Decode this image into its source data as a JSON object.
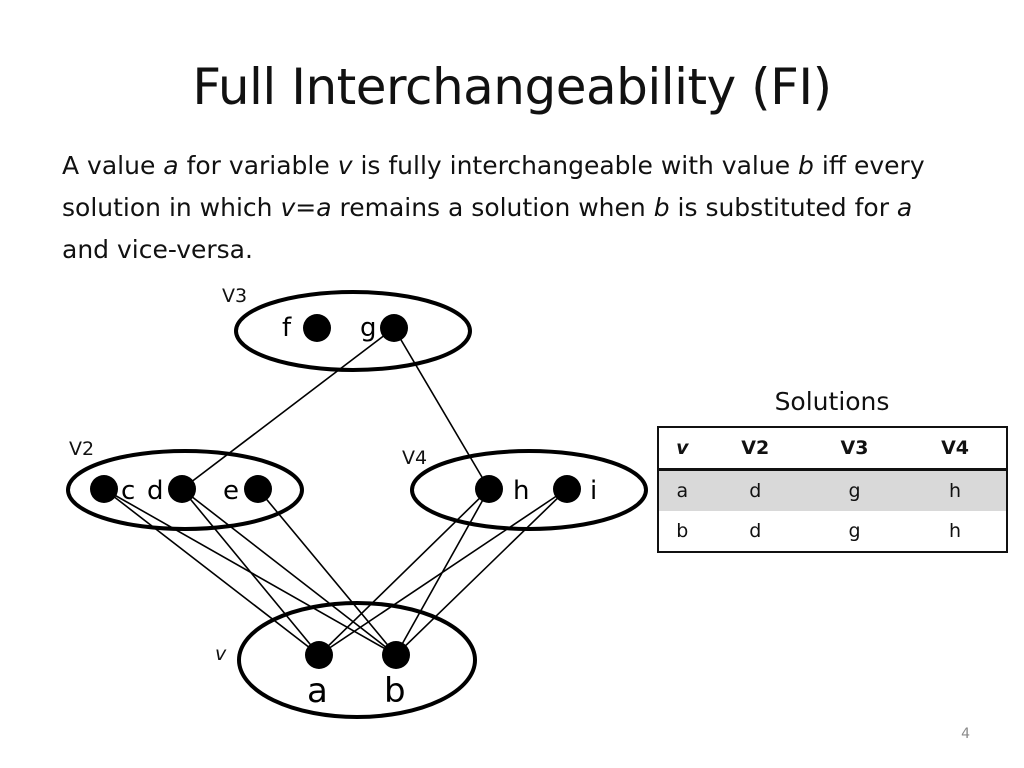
{
  "slide": {
    "title": "Full Interchangeability (FI)",
    "number": "4"
  },
  "definition": {
    "p1": "A value ",
    "a1": "a",
    "p2": " for variable ",
    "v1": "v",
    "p3": " is fully interchangeable with value ",
    "b1": "b",
    "p4": " iff every solution in which ",
    "va": "v=a",
    "p5": " remains a solution when ",
    "b2": "b",
    "p6": " is substituted for ",
    "a2": "a",
    "p7": " and vice-versa."
  },
  "graph": {
    "variables": {
      "v3": "V3",
      "v2": "V2",
      "v4": "V4",
      "v": "v"
    },
    "values": {
      "f": "f",
      "g": "g",
      "c": "c",
      "d": "d",
      "e": "e",
      "h": "h",
      "i": "i",
      "a": "a",
      "b": "b"
    },
    "edges": [
      [
        "a",
        "c"
      ],
      [
        "a",
        "d"
      ],
      [
        "a",
        "h"
      ],
      [
        "a",
        "i"
      ],
      [
        "b",
        "c"
      ],
      [
        "b",
        "d"
      ],
      [
        "b",
        "e"
      ],
      [
        "b",
        "h"
      ],
      [
        "b",
        "i"
      ],
      [
        "d",
        "g"
      ],
      [
        "g",
        "h"
      ]
    ]
  },
  "solutions": {
    "caption": "Solutions",
    "headers": [
      "v",
      "V2",
      "V3",
      "V4"
    ],
    "rows": [
      [
        "a",
        "d",
        "g",
        "h"
      ],
      [
        "b",
        "d",
        "g",
        "h"
      ]
    ]
  }
}
